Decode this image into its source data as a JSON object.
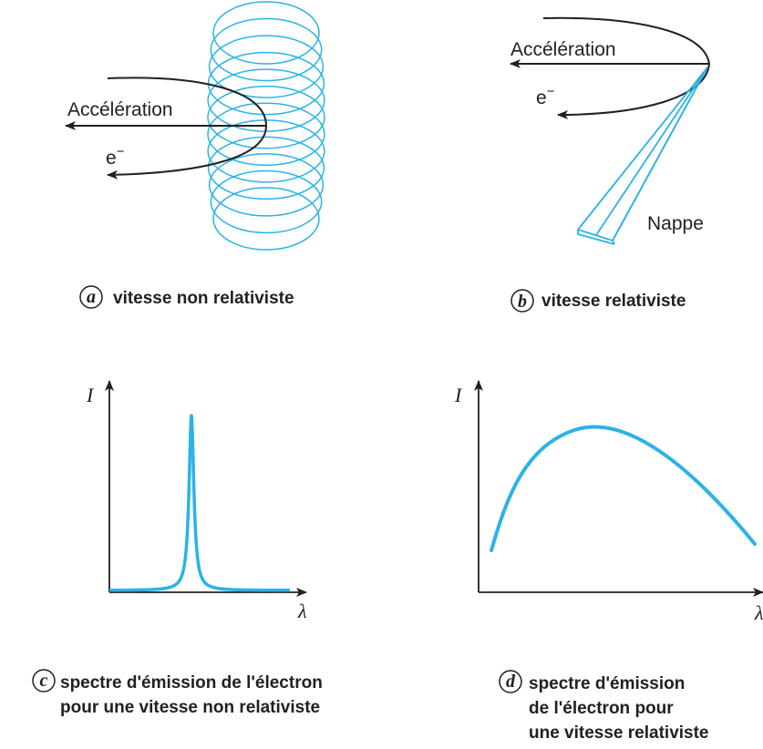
{
  "colors": {
    "emission": "#2bb3e6",
    "ink": "#231f20"
  },
  "panels": {
    "a": {
      "letter": "a",
      "caption": "vitesse non relativiste",
      "acceleration_label": "Accélération",
      "electron_label": "e",
      "electron_charge": "−"
    },
    "b": {
      "letter": "b",
      "caption": "vitesse relativiste",
      "acceleration_label": "Accélération",
      "electron_label": "e",
      "electron_charge": "−",
      "sheet_label": "Nappe"
    },
    "c": {
      "letter": "c",
      "caption_lines": [
        "spectre d'émission de l'électron",
        "pour une vitesse non relativiste"
      ],
      "y_axis": "I",
      "x_axis": "λ"
    },
    "d": {
      "letter": "d",
      "caption_lines": [
        "spectre d'émission",
        "de l'électron pour",
        "une vitesse relativiste"
      ],
      "y_axis": "I",
      "x_axis": "λ"
    }
  }
}
